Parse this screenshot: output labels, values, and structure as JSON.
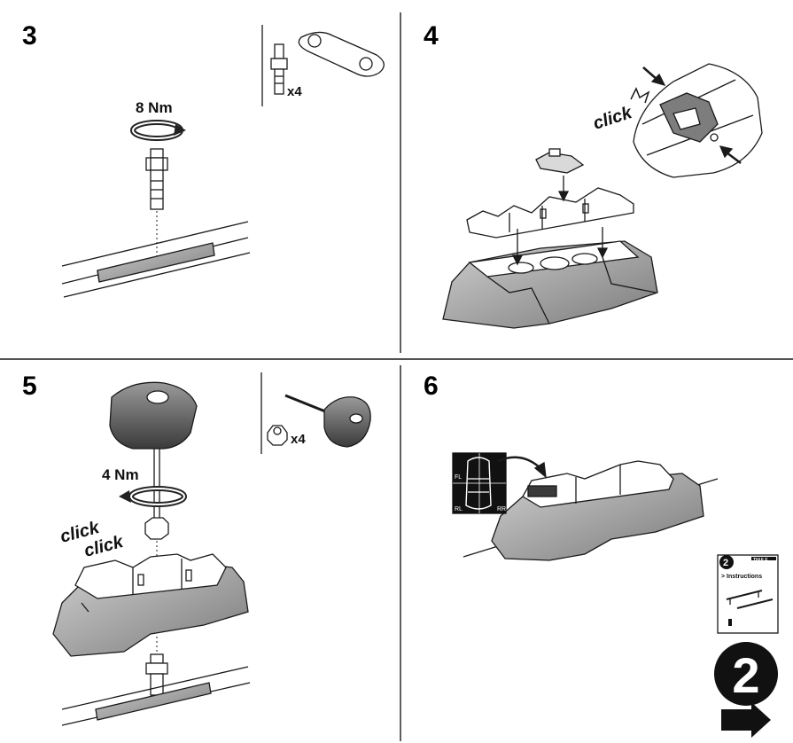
{
  "steps": [
    {
      "number": "3"
    },
    {
      "number": "4"
    },
    {
      "number": "5"
    },
    {
      "number": "6"
    }
  ],
  "step3": {
    "torque": "8 Nm",
    "quantity": "x4"
  },
  "step4": {
    "click": "click"
  },
  "step5": {
    "torque": "4 Nm",
    "click1": "click",
    "click2": "click",
    "quantity": "x4"
  },
  "step6": {
    "car_labels": {
      "fl": "FL",
      "rl": "RL",
      "rr": "RR"
    },
    "booklet": {
      "number": "2",
      "title": "> Instructions",
      "brand": "THULE"
    },
    "next": {
      "number": "2",
      "arrow": "next-arrow"
    }
  },
  "colors": {
    "line": "#1a1a1a",
    "mid": "#6b6b6b",
    "light": "#bdbdbd",
    "dark": "#2a2a2a"
  }
}
